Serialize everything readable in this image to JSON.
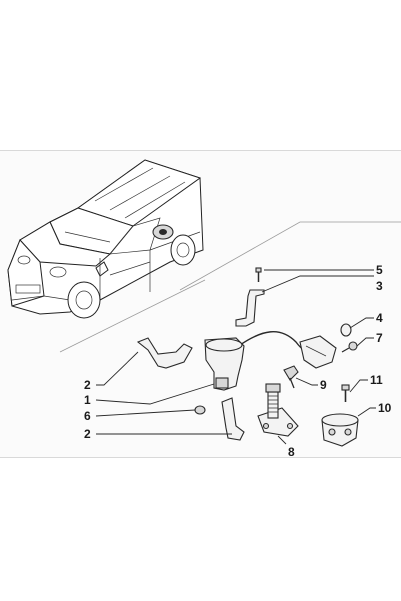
{
  "callouts": [
    {
      "id": "c5",
      "label": "5"
    },
    {
      "id": "c3",
      "label": "3"
    },
    {
      "id": "c4",
      "label": "4"
    },
    {
      "id": "c7",
      "label": "7"
    },
    {
      "id": "c2a",
      "label": "2"
    },
    {
      "id": "c9",
      "label": "9"
    },
    {
      "id": "c11",
      "label": "11"
    },
    {
      "id": "c1",
      "label": "1"
    },
    {
      "id": "c6",
      "label": "6"
    },
    {
      "id": "c10",
      "label": "10"
    },
    {
      "id": "c2b",
      "label": "2"
    },
    {
      "id": "c8",
      "label": "8"
    }
  ]
}
